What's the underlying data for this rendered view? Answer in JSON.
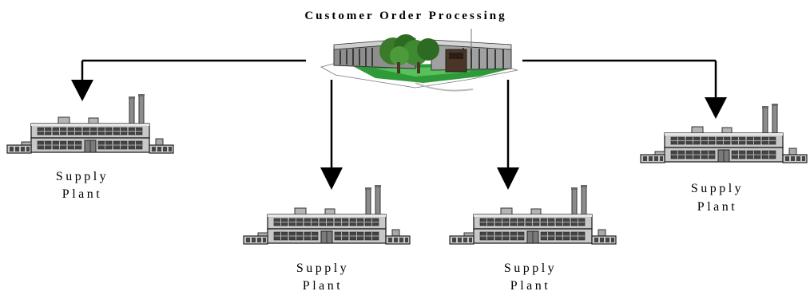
{
  "diagram": {
    "title": "Customer Order Processing",
    "plants": [
      {
        "line1": "Supply",
        "line2": "Plant"
      },
      {
        "line1": "Supply",
        "line2": "Plant"
      },
      {
        "line1": "Supply",
        "line2": "Plant"
      },
      {
        "line1": "Supply",
        "line2": "Plant"
      }
    ]
  }
}
